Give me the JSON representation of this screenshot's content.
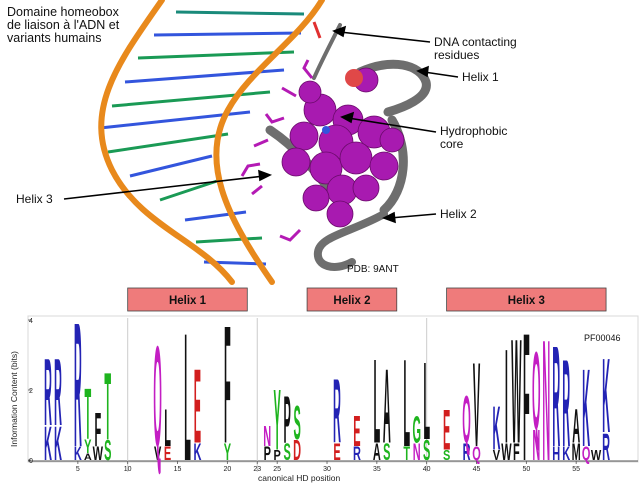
{
  "title": "Domaine homeobox de liaison à l'ADN et variants humains",
  "title_lines": [
    "Domaine homeobox",
    "de liaison à l'ADN et",
    "variants humains"
  ],
  "annotations": {
    "dna_contacting": [
      "DNA contacting",
      "residues"
    ],
    "helix1": "Helix 1",
    "hydrophobic": [
      "Hydrophobic",
      "core"
    ],
    "helix3": "Helix 3",
    "helix2": "Helix 2",
    "pdb": "PDB: 9ANT"
  },
  "colors": {
    "dna_backbone": "#e8891c",
    "protein": "#6e6e6e",
    "magenta": "#b41ab4",
    "helix_box": "#ef7b7b",
    "logo_blue": "#2323b4",
    "logo_red": "#d21e1e",
    "logo_green": "#1eb41e",
    "logo_magenta": "#c31ec3",
    "logo_black": "#111111"
  },
  "chart_data": {
    "type": "sequence_logo",
    "pfam_id": "PF00046",
    "ylabel": "Information Content (bits)",
    "xlabel": "canonical HD position",
    "ylim": [
      0,
      4
    ],
    "xlim": [
      1,
      60
    ],
    "y_ticks": [
      0,
      2,
      4
    ],
    "x_ticks": [
      5,
      10,
      15,
      20,
      23,
      25,
      30,
      35,
      40,
      45,
      50,
      55
    ],
    "helix_labels": [
      {
        "name": "Helix 1",
        "start": 10,
        "end": 22
      },
      {
        "name": "Helix 2",
        "start": 28,
        "end": 37
      },
      {
        "name": "Helix 3",
        "start": 42,
        "end": 58
      }
    ],
    "letters": [
      {
        "pos": 2,
        "stack": [
          [
            "R",
            2.0
          ],
          [
            "K",
            1.0
          ]
        ]
      },
      {
        "pos": 3,
        "stack": [
          [
            "R",
            2.0
          ],
          [
            "K",
            1.0
          ]
        ]
      },
      {
        "pos": 5,
        "stack": [
          [
            "R",
            3.7
          ],
          [
            "K",
            0.4
          ]
        ]
      },
      {
        "pos": 6,
        "stack": [
          [
            "T",
            1.5
          ],
          [
            "Y",
            0.4
          ],
          [
            "A",
            0.2
          ]
        ]
      },
      {
        "pos": 7,
        "stack": [
          [
            "F",
            1.0
          ],
          [
            "W",
            0.4
          ]
        ]
      },
      {
        "pos": 8,
        "stack": [
          [
            "T",
            2.0
          ],
          [
            "S",
            0.6
          ]
        ]
      },
      {
        "pos": 13,
        "stack": [
          [
            "Q",
            3.0
          ],
          [
            "V",
            0.4
          ]
        ]
      },
      {
        "pos": 14,
        "stack": [
          [
            "L",
            1.1
          ],
          [
            "E",
            0.4
          ]
        ]
      },
      {
        "pos": 16,
        "stack": [
          [
            "L",
            3.8
          ]
        ]
      },
      {
        "pos": 17,
        "stack": [
          [
            "E",
            2.2
          ],
          [
            "K",
            0.5
          ]
        ]
      },
      {
        "pos": 20,
        "stack": [
          [
            "F",
            3.5
          ],
          [
            "Y",
            0.5
          ]
        ]
      },
      {
        "pos": 24,
        "stack": [
          [
            "N",
            0.6
          ],
          [
            "P",
            0.4
          ]
        ]
      },
      {
        "pos": 25,
        "stack": [
          [
            "Y",
            1.8
          ],
          [
            "P",
            0.3
          ]
        ]
      },
      {
        "pos": 26,
        "stack": [
          [
            "P",
            1.4
          ],
          [
            "S",
            0.5
          ]
        ]
      },
      {
        "pos": 27,
        "stack": [
          [
            "S",
            1.0
          ],
          [
            "D",
            0.6
          ]
        ]
      },
      {
        "pos": 31,
        "stack": [
          [
            "R",
            1.9
          ],
          [
            "E",
            0.5
          ]
        ]
      },
      {
        "pos": 33,
        "stack": [
          [
            "E",
            0.9
          ],
          [
            "R",
            0.4
          ]
        ]
      },
      {
        "pos": 35,
        "stack": [
          [
            "L",
            2.5
          ],
          [
            "A",
            0.5
          ]
        ]
      },
      {
        "pos": 36,
        "stack": [
          [
            "A",
            2.2
          ],
          [
            "S",
            0.5
          ]
        ]
      },
      {
        "pos": 38,
        "stack": [
          [
            "L",
            2.6
          ],
          [
            "T",
            0.4
          ]
        ]
      },
      {
        "pos": 39,
        "stack": [
          [
            "G",
            0.8
          ],
          [
            "N",
            0.5
          ]
        ]
      },
      {
        "pos": 40,
        "stack": [
          [
            "L",
            2.3
          ],
          [
            "S",
            0.6
          ]
        ]
      },
      {
        "pos": 42,
        "stack": [
          [
            "E",
            1.2
          ],
          [
            "S",
            0.3
          ]
        ]
      },
      {
        "pos": 44,
        "stack": [
          [
            "Q",
            1.4
          ],
          [
            "R",
            0.5
          ]
        ]
      },
      {
        "pos": 45,
        "stack": [
          [
            "V",
            2.5
          ],
          [
            "Q",
            0.4
          ]
        ]
      },
      {
        "pos": 47,
        "stack": [
          [
            "K",
            1.3
          ],
          [
            "V",
            0.3
          ]
        ]
      },
      {
        "pos": 48,
        "stack": [
          [
            "I",
            2.8
          ],
          [
            "W",
            0.5
          ]
        ]
      },
      {
        "pos": 49,
        "stack": [
          [
            "W",
            3.1
          ],
          [
            "F",
            0.5
          ]
        ]
      },
      {
        "pos": 50,
        "stack": [
          [
            "F",
            3.8
          ]
        ]
      },
      {
        "pos": 51,
        "stack": [
          [
            "Q",
            2.3
          ],
          [
            "N",
            0.9
          ]
        ]
      },
      {
        "pos": 52,
        "stack": [
          [
            "N",
            3.6
          ]
        ]
      },
      {
        "pos": 53,
        "stack": [
          [
            "R",
            3.0
          ],
          [
            "H",
            0.4
          ]
        ]
      },
      {
        "pos": 54,
        "stack": [
          [
            "R",
            2.6
          ],
          [
            "K",
            0.4
          ]
        ]
      },
      {
        "pos": 55,
        "stack": [
          [
            "A",
            1.0
          ],
          [
            "M",
            0.5
          ]
        ]
      },
      {
        "pos": 56,
        "stack": [
          [
            "K",
            2.3
          ],
          [
            "Q",
            0.4
          ]
        ]
      },
      {
        "pos": 57,
        "stack": [
          [
            "W",
            0.3
          ]
        ]
      },
      {
        "pos": 58,
        "stack": [
          [
            "K",
            2.2
          ],
          [
            "R",
            0.8
          ]
        ]
      }
    ]
  }
}
